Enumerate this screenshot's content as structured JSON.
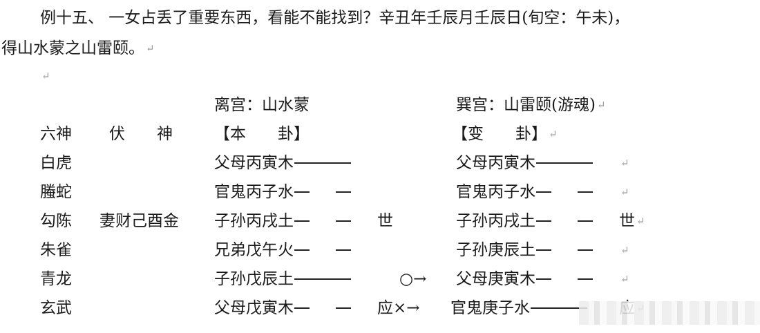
{
  "intro": {
    "line1": "例十五、 一女占丢了重要东西，看能不能找到？辛丑年壬辰月壬辰日(旬空：午未)，",
    "line2": "得山水蒙之山雷颐。"
  },
  "return_mark": "↵",
  "header": {
    "main_palace": "离宫：山水蒙",
    "changed_palace": "巽宫：山雷颐(游魂)",
    "liushen_label": "六神",
    "fushen_label": "伏　　神",
    "main_label": "【本　　卦】",
    "changed_label": "【变　　卦】"
  },
  "rows": [
    {
      "liushen": "白虎",
      "fushen": "",
      "main": "父母丙寅木",
      "main_line": "yang",
      "main_mark": "",
      "change_mark": "",
      "changed": "父母丙寅木",
      "changed_line": "yang",
      "changed_mark": ""
    },
    {
      "liushen": "螣蛇",
      "fushen": "",
      "main": "官鬼丙子水",
      "main_line": "yin",
      "main_mark": "",
      "change_mark": "",
      "changed": "官鬼丙子水",
      "changed_line": "yin",
      "changed_mark": ""
    },
    {
      "liushen": "勾陈",
      "fushen": "妻财己酉金",
      "main": "子孙丙戌土",
      "main_line": "yin",
      "main_mark": "世",
      "change_mark": "",
      "changed": "子孙丙戌土",
      "changed_line": "yin",
      "changed_mark": "世"
    },
    {
      "liushen": "朱雀",
      "fushen": "",
      "main": "兄弟戊午火",
      "main_line": "yin",
      "main_mark": "",
      "change_mark": "",
      "changed": "子孙庚辰土",
      "changed_line": "yin",
      "changed_mark": ""
    },
    {
      "liushen": "青龙",
      "fushen": "",
      "main": "子孙戊辰土",
      "main_line": "yang",
      "main_mark": "",
      "change_mark": "○→",
      "changed": "父母庚寅木",
      "changed_line": "yin",
      "changed_mark": ""
    },
    {
      "liushen": "玄武",
      "fushen": "",
      "main": "父母戊寅木",
      "main_line": "yin",
      "main_mark": "应",
      "change_mark": "×→",
      "changed": "官鬼庚子水",
      "changed_line": "yang",
      "changed_mark": "应"
    }
  ]
}
